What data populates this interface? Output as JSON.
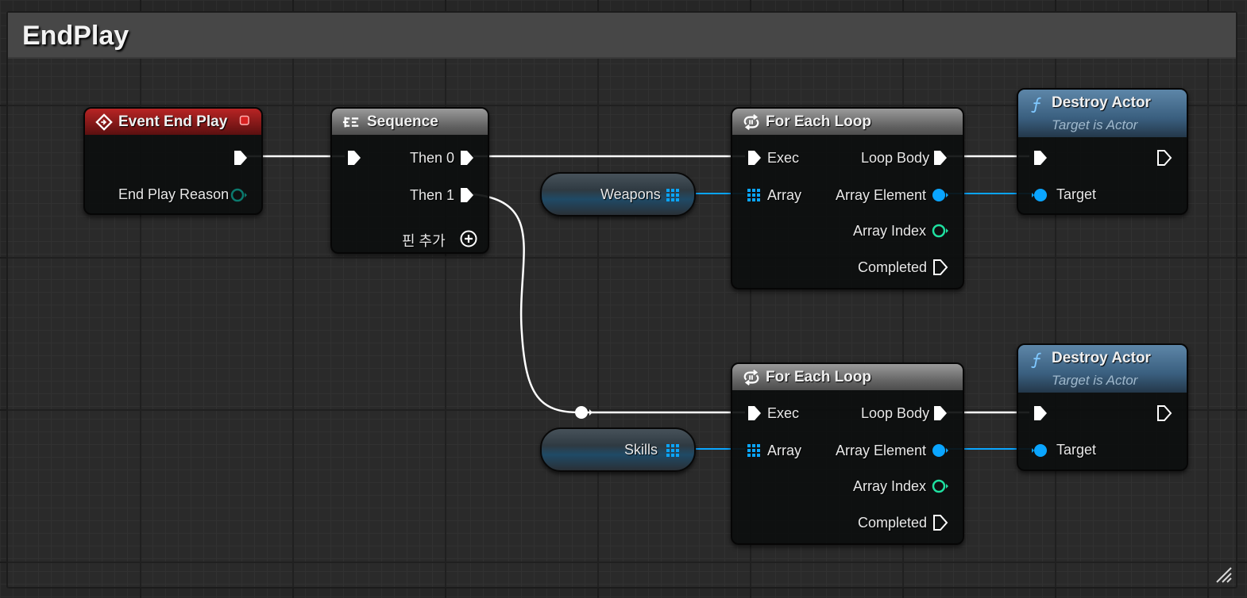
{
  "graph": {
    "comment_title": "EndPlay"
  },
  "colors": {
    "exec_wire": "#ffffff",
    "object_pin": "#0aa5ff",
    "enum_pin": "#0b7a6e",
    "int_pin": "#1fe0a0",
    "event_header": "#8f1b1b",
    "function_header": "#3a5f7f",
    "macro_header": "#6a6a6a"
  },
  "nodes": {
    "event_end_play": {
      "title": "Event End Play",
      "icon": "event-diamond-icon",
      "output_label": "End Play Reason"
    },
    "sequence": {
      "title": "Sequence",
      "icon": "sequence-icon",
      "then0": "Then 0",
      "then1": "Then 1",
      "add_pin": "핀 추가"
    },
    "for_each_1": {
      "title": "For Each Loop",
      "icon": "loop-icon",
      "exec": "Exec",
      "array": "Array",
      "loop_body": "Loop Body",
      "array_element": "Array Element",
      "array_index": "Array Index",
      "completed": "Completed"
    },
    "for_each_2": {
      "title": "For Each Loop",
      "icon": "loop-icon",
      "exec": "Exec",
      "array": "Array",
      "loop_body": "Loop Body",
      "array_element": "Array Element",
      "array_index": "Array Index",
      "completed": "Completed"
    },
    "destroy_1": {
      "title": "Destroy Actor",
      "subtitle": "Target is Actor",
      "icon": "function-icon",
      "target": "Target"
    },
    "destroy_2": {
      "title": "Destroy Actor",
      "subtitle": "Target is Actor",
      "icon": "function-icon",
      "target": "Target"
    },
    "var_weapons": {
      "label": "Weapons"
    },
    "var_skills": {
      "label": "Skills"
    }
  }
}
